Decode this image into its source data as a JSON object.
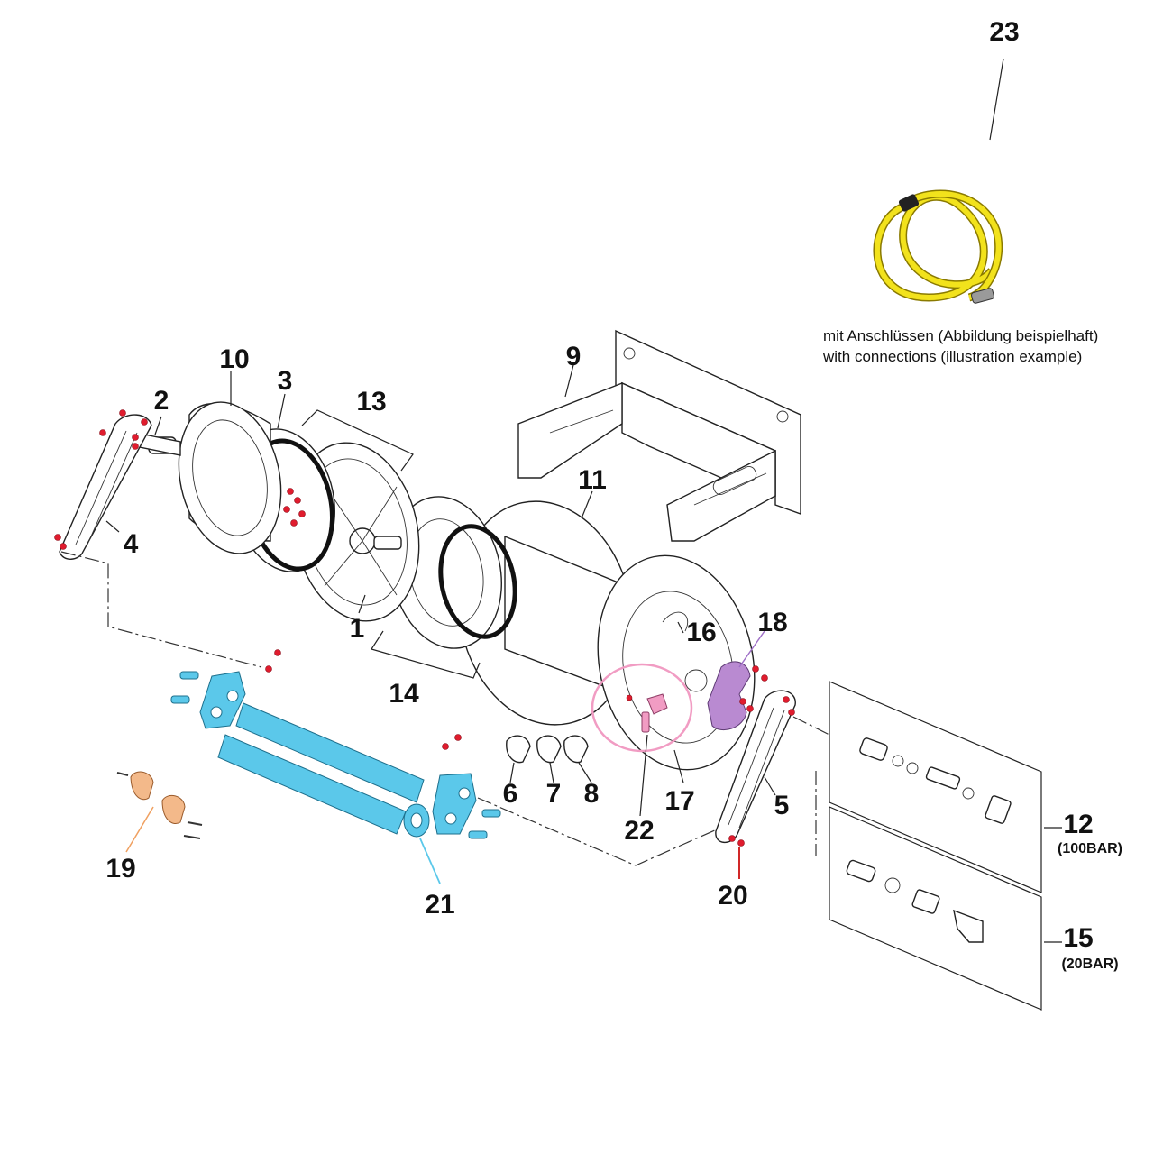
{
  "diagram": {
    "colors": {
      "line": "#222222",
      "screws": "#e01c2e",
      "part_21": "#5bc8ea",
      "part_19": "#f3b98a",
      "part_18": "#b98ad1",
      "part_22": "#f19cc3",
      "highlight_ring_17": "#f19cc3",
      "hose_23": "#f2e21c",
      "leader_20": "#cc1010",
      "leader_21": "#5bc8ea",
      "leader_19": "#f0a060",
      "leader_18": "#a070c8"
    },
    "labels": {
      "p1": "1",
      "p2": "2",
      "p3": "3",
      "p4": "4",
      "p5": "5",
      "p6": "6",
      "p7": "7",
      "p8": "8",
      "p9": "9",
      "p10": "10",
      "p11": "11",
      "p12": "12",
      "p13": "13",
      "p14": "14",
      "p15": "15",
      "p16": "16",
      "p17": "17",
      "p18": "18",
      "p19": "19",
      "p20": "20",
      "p21": "21",
      "p22": "22",
      "p23": "23"
    },
    "sublabels": {
      "p12": "(100BAR)",
      "p15": "(20BAR)"
    },
    "hose_note": {
      "line1": "mit Anschlüssen (Abbildung beispielhaft)",
      "line2": "with connections (illustration example)"
    }
  }
}
